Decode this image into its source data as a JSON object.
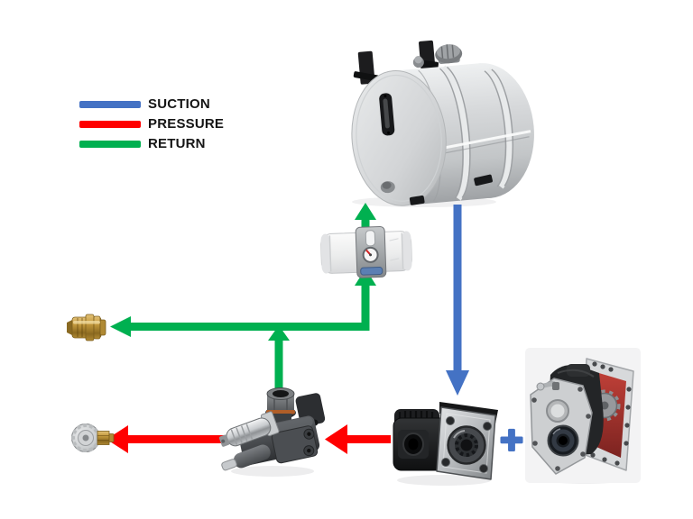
{
  "colors": {
    "suction": "#4472C4",
    "pressure": "#FF0000",
    "return": "#00B050"
  },
  "legend": {
    "items": [
      {
        "id": "suction",
        "label": "SUCTION",
        "color": "#4472C4"
      },
      {
        "id": "pressure",
        "label": "PRESSURE",
        "color": "#FF0000"
      },
      {
        "id": "return",
        "label": "RETURN",
        "color": "#00B050"
      }
    ]
  },
  "diagram": {
    "plus_sign": "+",
    "components": [
      {
        "id": "hydraulic-tank"
      },
      {
        "id": "return-filter"
      },
      {
        "id": "control-valve"
      },
      {
        "id": "gear-pump"
      },
      {
        "id": "pto-gearbox"
      },
      {
        "id": "return-hose-fitting"
      },
      {
        "id": "pressure-hose-fitting"
      }
    ],
    "flows": [
      {
        "type": "suction",
        "from": "hydraulic-tank",
        "to": "gear-pump"
      },
      {
        "type": "pressure",
        "from": "gear-pump",
        "to": "control-valve"
      },
      {
        "type": "pressure",
        "from": "control-valve",
        "to": "pressure-hose-fitting"
      },
      {
        "type": "return",
        "from": "control-valve",
        "to": "return-filter"
      },
      {
        "type": "return",
        "from": "return-filter",
        "to": "hydraulic-tank"
      },
      {
        "type": "return",
        "from": "control-valve",
        "to": "return-hose-fitting"
      }
    ]
  }
}
